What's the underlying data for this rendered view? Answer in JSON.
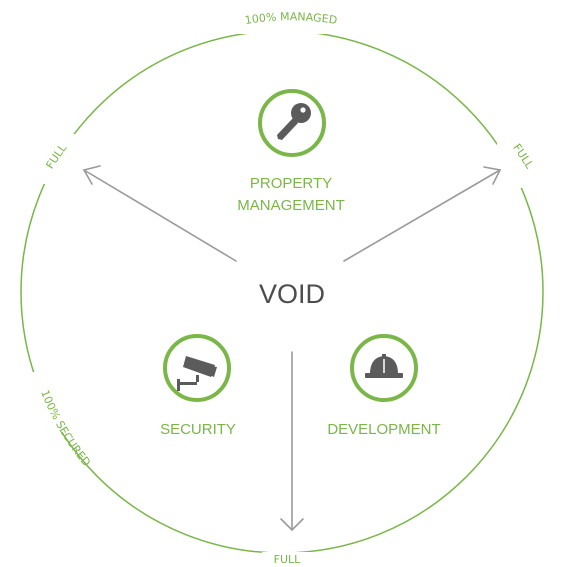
{
  "center_label": "VOID",
  "ring_labels": {
    "top": "100% MANAGED",
    "right": "FULL",
    "left": "FULL",
    "bottom": "FULL",
    "lower_left": "100% SECURED"
  },
  "nodes": {
    "property_management": {
      "line1": "PROPERTY",
      "line2": "MANAGEMENT",
      "icon": "key-icon"
    },
    "security": {
      "label": "SECURITY",
      "icon": "cctv-camera-icon"
    },
    "development": {
      "label": "DEVELOPMENT",
      "icon": "hard-hat-icon"
    }
  },
  "colors": {
    "accent": "#7ab648",
    "arrow": "#9a9a9a",
    "text_dark": "#4d4d4d",
    "icon_fill": "#5b5b5b"
  }
}
